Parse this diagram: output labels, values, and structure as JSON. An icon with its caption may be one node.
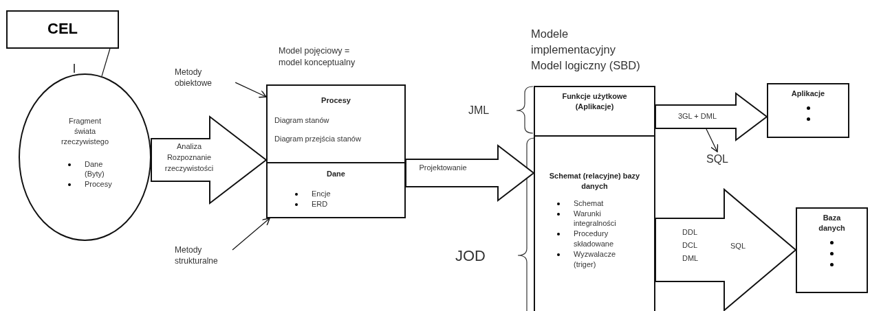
{
  "diagram": {
    "nodes": [
      {
        "text": [
          "CEL"
        ]
      },
      {
        "text": [
          "Fragment świata rzeczywistego",
          "Dane (Byty)",
          "Procesy"
        ]
      },
      {
        "text": [
          "Procesy",
          "Diagram stanów",
          "Diagram przejścia stanów"
        ]
      },
      {
        "text": [
          "Dane",
          "Encje",
          "ERD"
        ]
      },
      {
        "text": [
          "Metody obiektowe"
        ]
      },
      {
        "text": [
          "Metody strukturalne"
        ]
      },
      {
        "text": [
          "Funkcje użytkowe (Aplikacje)"
        ]
      },
      {
        "text": [
          "Schemat (relacyjne) bazy danych",
          "Schemat",
          "Warunki integralności",
          "Procedury składowane",
          "Wyzwalacze (triger)"
        ]
      },
      {
        "text": [
          "Aplikacje"
        ]
      },
      {
        "text": [
          "SQL"
        ]
      },
      {
        "text": [
          "Baza danych"
        ]
      }
    ],
    "edges": [
      {
        "from": 0,
        "to": 1,
        "arrow": "none"
      },
      {
        "from": 1,
        "to": 2,
        "arrow": "to",
        "label": "Analiza Rozpoznanie rzeczywistości",
        "style": "thick"
      },
      {
        "from": 4,
        "to": 2,
        "arrow": "to"
      },
      {
        "from": 5,
        "to": 3,
        "arrow": "to"
      },
      {
        "from": 3,
        "to": 7,
        "arrow": "to",
        "label": "Projektowanie",
        "style": "thick"
      },
      {
        "from": 6,
        "to": 8,
        "arrow": "to",
        "label": "3GL + DML",
        "style": "thick"
      },
      {
        "from": null,
        "to": 9,
        "arrow": "to"
      },
      {
        "from": 7,
        "to": 10,
        "arrow": "to",
        "style": "thick"
      }
    ],
    "labels": [
      "Model pojęciowy = model konceptualny",
      "Modele implementacyjny Model logiczny (SBD)",
      "JML",
      "JOD",
      "DDL",
      "DCL",
      "DML",
      "SQL"
    ]
  }
}
